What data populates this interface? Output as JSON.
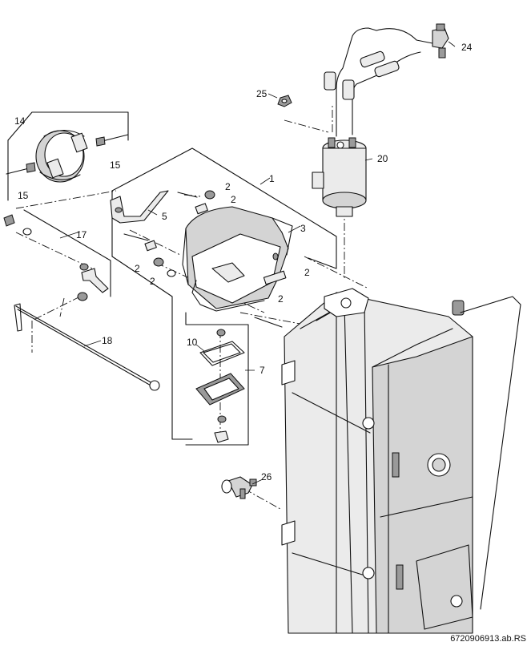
{
  "diagram": {
    "labels": {
      "p1": "1",
      "p2a": "2",
      "p2b": "2",
      "p2c": "2",
      "p2d": "2",
      "p2e": "2",
      "p2f": "2",
      "p3": "3",
      "p5": "5",
      "p7": "7",
      "p10": "10",
      "p14": "14",
      "p15a": "15",
      "p15b": "15",
      "p17": "17",
      "p18": "18",
      "p20": "20",
      "p24": "24",
      "p25": "25",
      "p26": "26"
    },
    "reference": "6720906913.ab.RS"
  }
}
